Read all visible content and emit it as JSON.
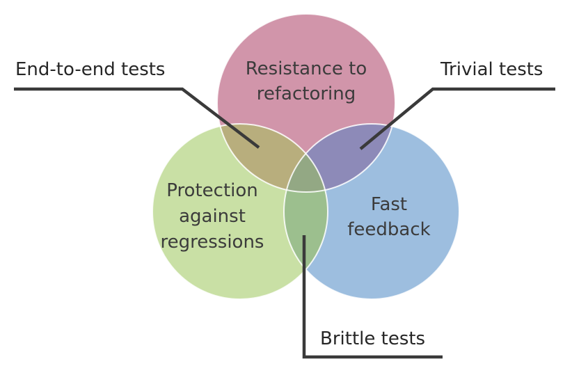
{
  "diagram": {
    "circles": {
      "resistance": {
        "line1": "Resistance to",
        "line2": "refactoring",
        "color": "#d195aa"
      },
      "protection": {
        "line1": "Protection",
        "line2": "against",
        "line3": "regressions",
        "color": "#c9e0a5"
      },
      "feedback": {
        "line1": "Fast",
        "line2": "feedback",
        "color": "#9dbedf"
      }
    },
    "overlaps": {
      "resistance_protection": {
        "color": "#b8ae7d"
      },
      "resistance_feedback": {
        "color": "#8d8ab8"
      },
      "protection_feedback": {
        "color": "#9cbf8e"
      },
      "all_three": {
        "color": "#93a884"
      }
    },
    "callouts": {
      "end_to_end": "End-to-end tests",
      "trivial": "Trivial tests",
      "brittle": "Brittle tests"
    },
    "leader_color": "#3a3a3a"
  }
}
